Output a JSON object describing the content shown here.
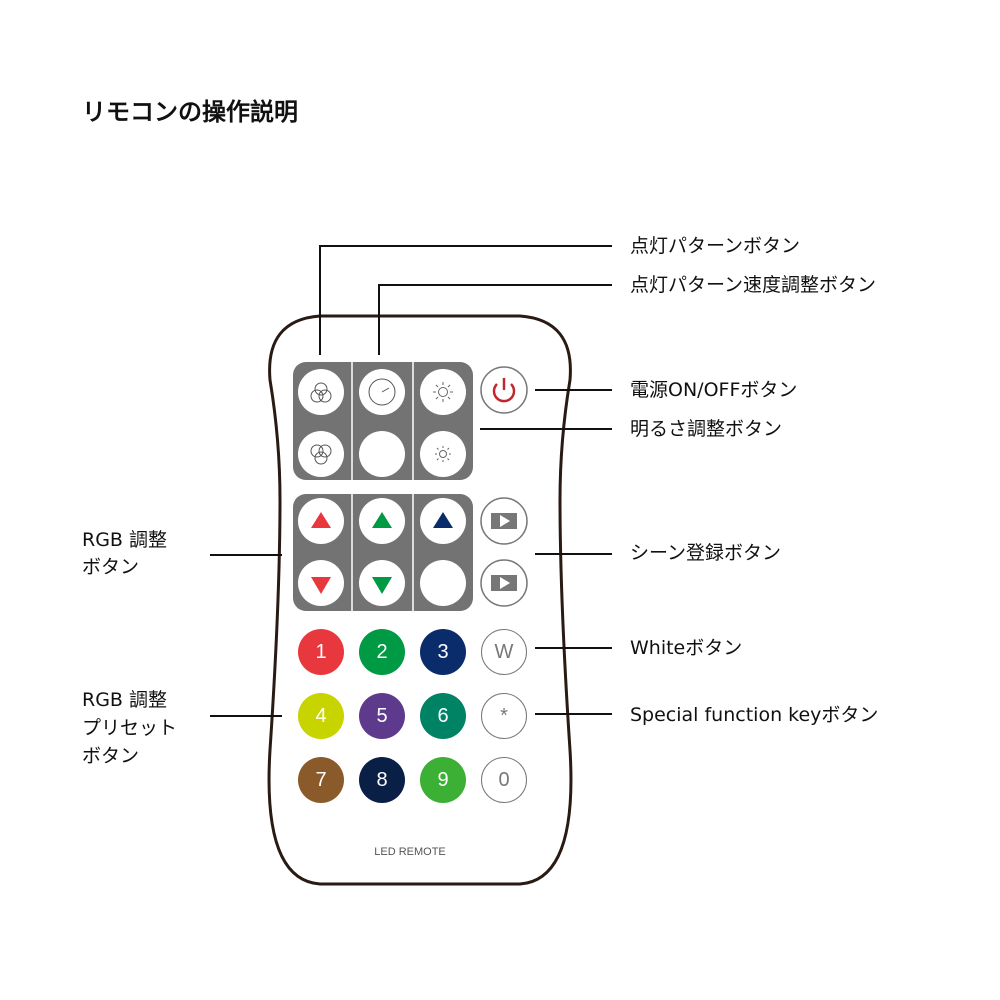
{
  "title": "リモコンの操作説明",
  "labels": {
    "pattern": "点灯パターンボタン",
    "pattern_speed": "点灯パターン速度調整ボタン",
    "power": "電源ON/OFFボタン",
    "brightness": "明るさ調整ボタン",
    "scene": "シーン登録ボタン",
    "white": "Whiteボタン",
    "special": "Special function keyボタン",
    "rgb_adjust_1": "RGB 調整",
    "rgb_adjust_2": "ボタン",
    "rgb_preset_1": "RGB 調整",
    "rgb_preset_2": "プリセット",
    "rgb_preset_3": "ボタン"
  },
  "remote": {
    "brand_text": "LED REMOTE",
    "keys": [
      {
        "label": "1",
        "color": "#e8383d"
      },
      {
        "label": "2",
        "color": "#009944"
      },
      {
        "label": "3",
        "color": "#0b2c6b"
      },
      {
        "label": "W",
        "color": "outline"
      },
      {
        "label": "4",
        "color": "#c8d400"
      },
      {
        "label": "5",
        "color": "#5e3a8c"
      },
      {
        "label": "6",
        "color": "#008265"
      },
      {
        "label": "*",
        "color": "outline"
      },
      {
        "label": "7",
        "color": "#8b5a2b"
      },
      {
        "label": "8",
        "color": "#0a1f45"
      },
      {
        "label": "9",
        "color": "#3cb034"
      },
      {
        "label": "0",
        "color": "outline"
      }
    ],
    "colors": {
      "panel": "#737373",
      "red": "#e8383d",
      "green": "#009944",
      "blue": "#0b2c6b",
      "power": "#c1272d"
    }
  }
}
